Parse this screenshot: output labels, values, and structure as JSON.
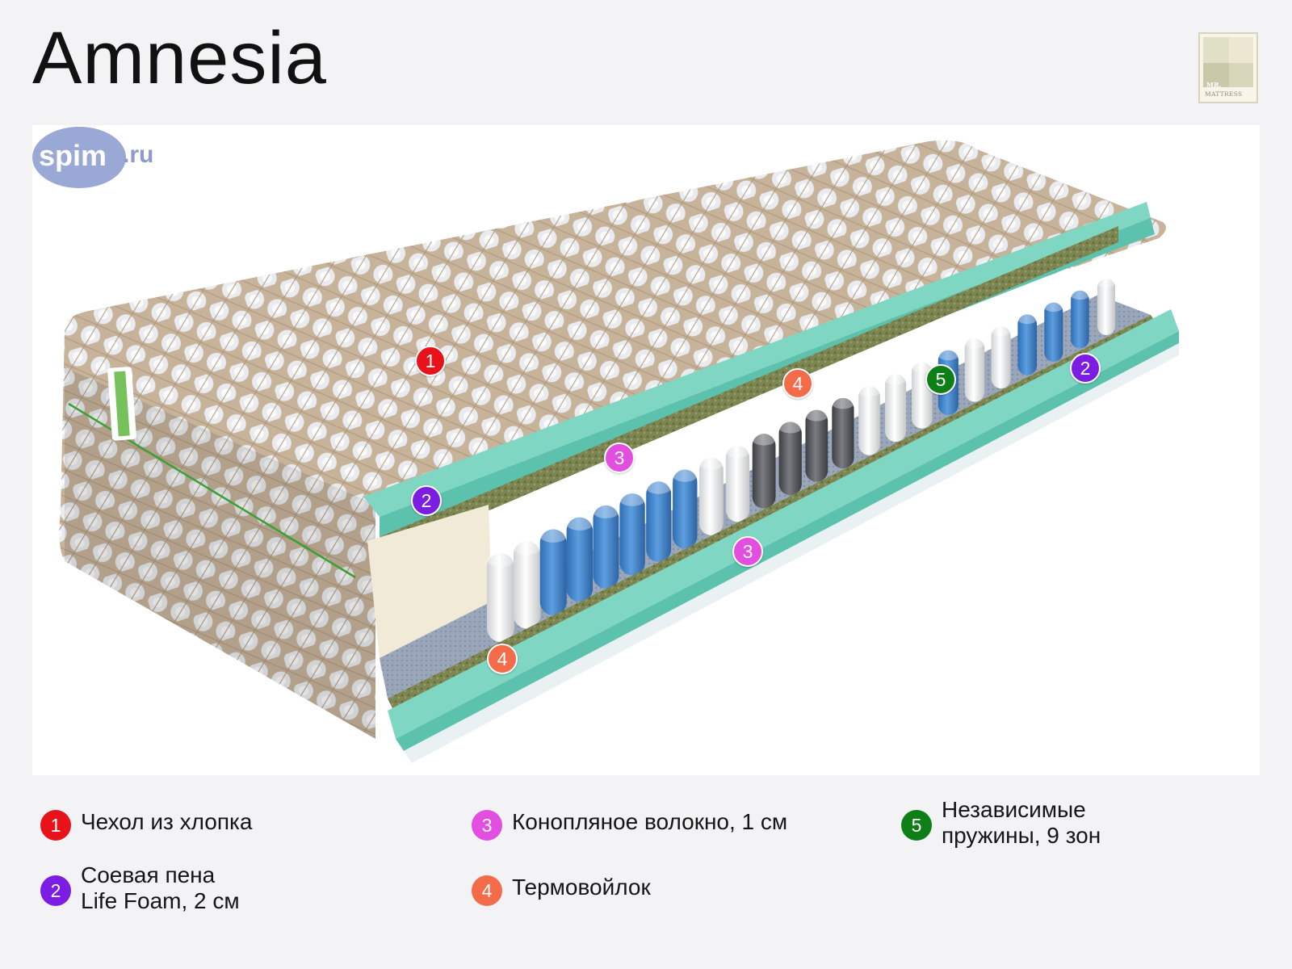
{
  "title": "Amnesia",
  "brand_logo": {
    "line1": "MR.",
    "line2": "MATTRESS"
  },
  "watermark": {
    "main": "spim",
    "suffix": ".ru"
  },
  "markers": [
    {
      "num": "1",
      "color": "#e8131a"
    },
    {
      "num": "2",
      "color": "#7b1de3"
    },
    {
      "num": "2",
      "color": "#7b1de3"
    },
    {
      "num": "3",
      "color": "#e24ee0"
    },
    {
      "num": "3",
      "color": "#e24ee0"
    },
    {
      "num": "4",
      "color": "#f46b4a"
    },
    {
      "num": "4",
      "color": "#f46b4a"
    },
    {
      "num": "5",
      "color": "#0e7f17"
    }
  ],
  "legend": [
    {
      "num": "1",
      "color": "#e8131a",
      "line1": "Чехол из хлопка",
      "line2": ""
    },
    {
      "num": "2",
      "color": "#7b1de3",
      "line1": "Соевая пена",
      "line2": "Life Foam, 2 см"
    },
    {
      "num": "3",
      "color": "#e24ee0",
      "line1": "Конопляное волокно, 1 см",
      "line2": ""
    },
    {
      "num": "4",
      "color": "#f46b4a",
      "line1": "Термовойлок",
      "line2": ""
    },
    {
      "num": "5",
      "color": "#0e7f17",
      "line1": "Независимые",
      "line2": "пружины, 9 зон"
    }
  ]
}
